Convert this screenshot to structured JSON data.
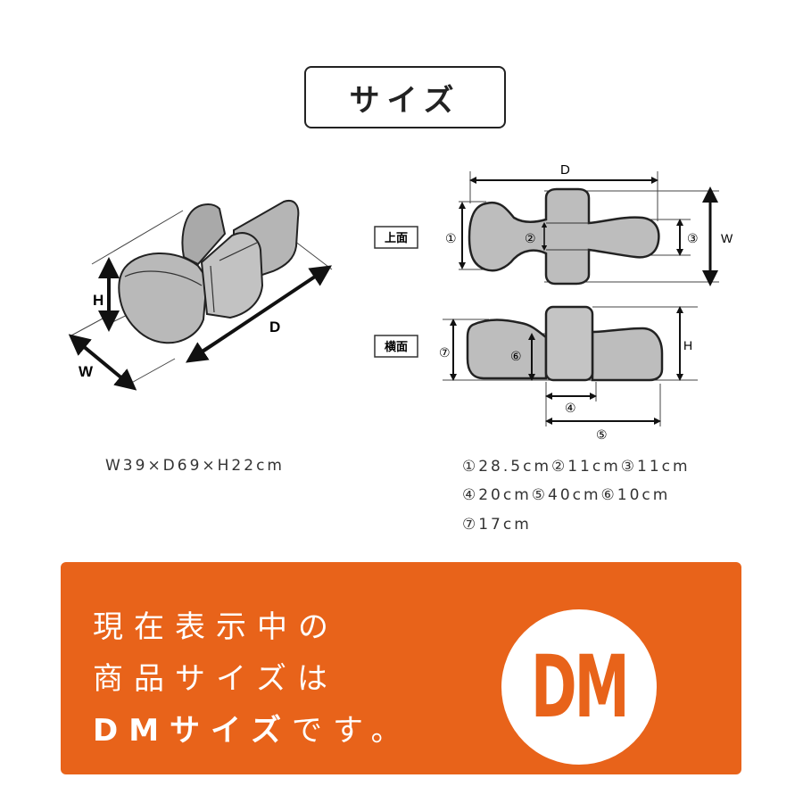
{
  "title": "サイズ",
  "view_labels": {
    "top": "上面",
    "side": "横面"
  },
  "dimension_labels": {
    "D": "D",
    "W": "W",
    "H": "H",
    "c1": "①",
    "c2": "②",
    "c3": "③",
    "c4": "④",
    "c5": "⑤",
    "c6": "⑥",
    "c7": "⑦"
  },
  "overall_size": "W39×D69×H22cm",
  "detail_sizes": {
    "line1": "①28.5cm②11cm③11cm",
    "line2": "④20cm⑤40cm⑥10cm",
    "line3": "⑦17cm"
  },
  "banner": {
    "line1": "現在表示中の",
    "line2": "商品サイズは",
    "line3_bold": "DMサイズ",
    "line3_rest": "です。",
    "badge": "DM"
  },
  "colors": {
    "accent": "#e8631a",
    "cushion": "#b9b9b9",
    "outline": "#222222"
  }
}
